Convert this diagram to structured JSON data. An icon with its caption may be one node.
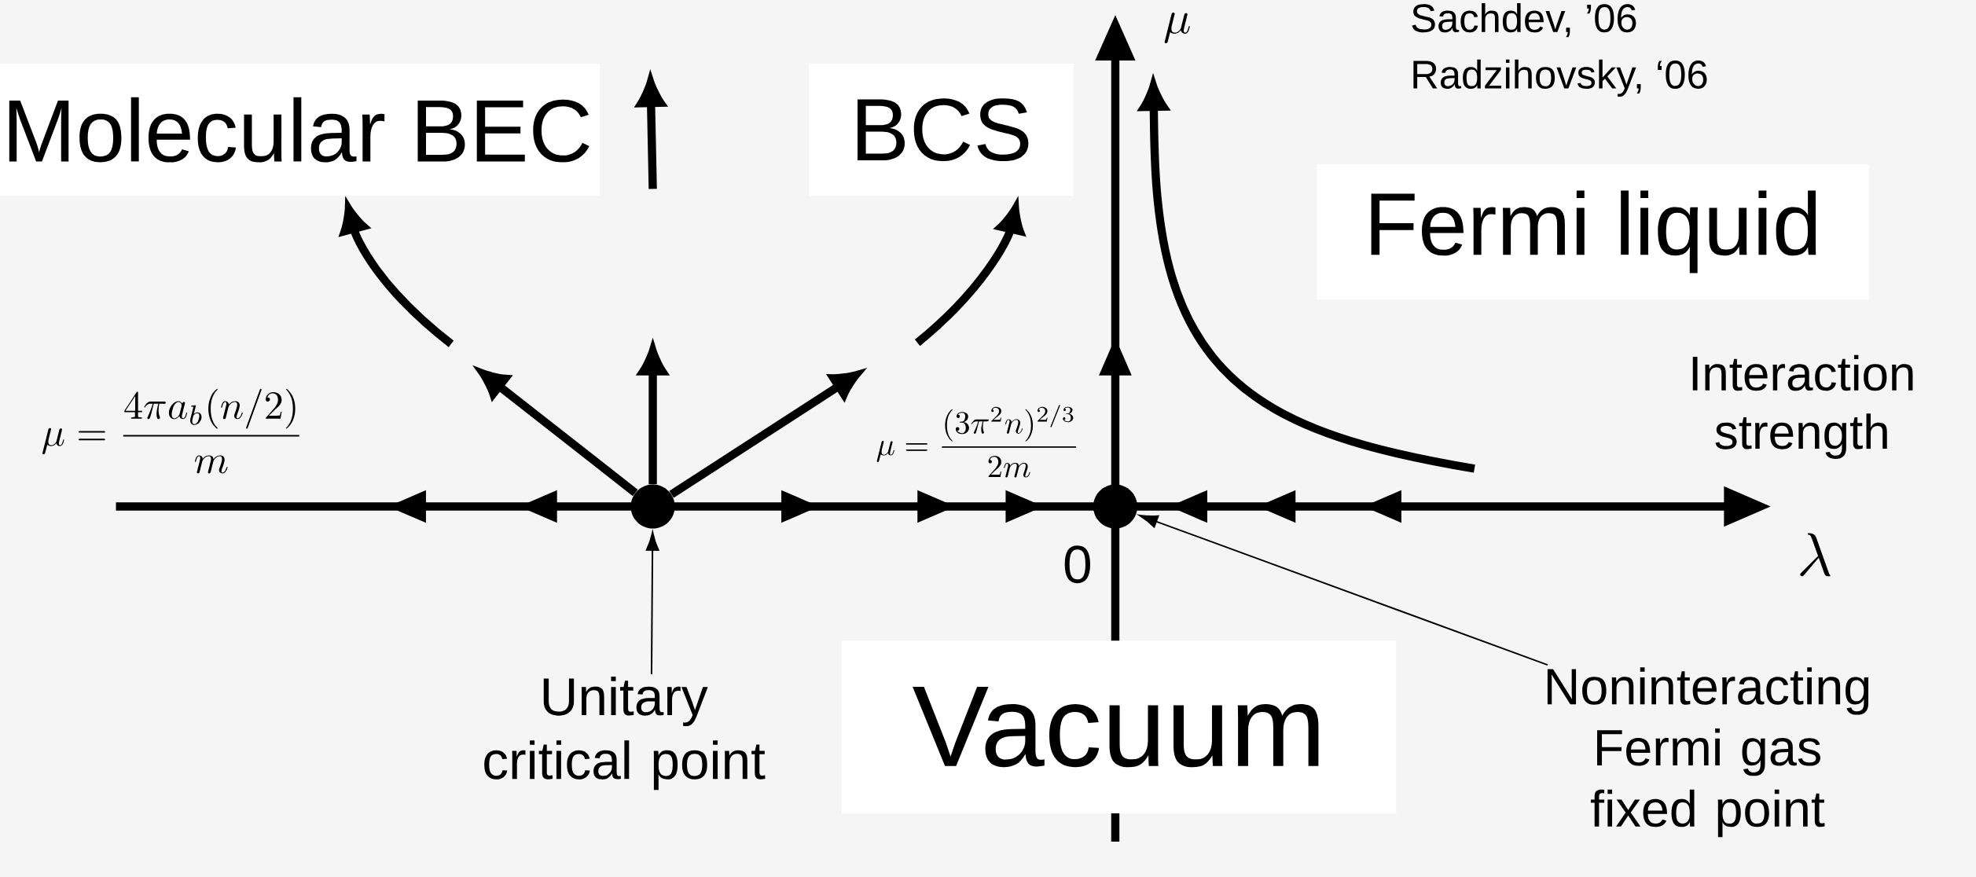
{
  "diagram": {
    "nodes": [
      {
        "text": [
          "Molecular BEC"
        ]
      },
      {
        "text": [
          "BCS"
        ]
      },
      {
        "text": [
          "Fermi liquid"
        ]
      },
      {
        "text": [
          "Vacuum"
        ]
      },
      {
        "text": [],
        "shape": "circle"
      },
      {
        "text": [],
        "shape": "circle"
      },
      {
        "text": [
          "Unitary critical point"
        ]
      },
      {
        "text": [
          "Noninteracting Fermi gas fixed point"
        ]
      }
    ],
    "edges": [
      {
        "from": 6,
        "to": 4,
        "arrow": "to"
      },
      {
        "from": 7,
        "to": 5,
        "arrow": "to"
      },
      {
        "from": 4,
        "to": null,
        "arrow": "to"
      },
      {
        "from": 4,
        "to": null,
        "arrow": "to"
      },
      {
        "from": 4,
        "to": null,
        "arrow": "to"
      },
      {
        "from": null,
        "to": 0,
        "arrow": "to"
      },
      {
        "from": null,
        "to": 1,
        "arrow": "to"
      }
    ],
    "labels": [
      "\\mu",
      "Sachdev, ’06",
      "Radzihovsky, ‘06",
      "\\mu = \\frac{4\\pi a_b(n/2)}{m}",
      "\\mu = \\frac{(3\\pi^2n)^{2/3}}{2m}",
      "Interaction strength",
      "\\lambda",
      "0"
    ]
  }
}
